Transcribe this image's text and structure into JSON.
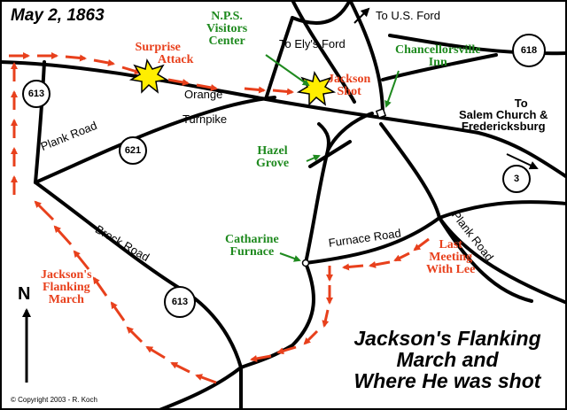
{
  "date": "May 2, 1863",
  "title_lines": [
    "Jackson's Flanking",
    "March and",
    "Where He was shot"
  ],
  "copyright": "© Copyright 2003 - R. Koch",
  "north_label": "N",
  "route_labels": {
    "surprise_attack": [
      "Surprise",
      "Attack"
    ],
    "jackson_shot": [
      "Jackson",
      "Shot"
    ],
    "last_meeting": [
      "Last",
      "Meeting",
      "With Lee"
    ],
    "flanking_march": [
      "Jackson's",
      "Flanking",
      "March"
    ]
  },
  "places": {
    "nps": [
      "N.P.S.",
      "Visitors",
      "Center"
    ],
    "chancellorsville": [
      "Chancellorsville",
      "Inn"
    ],
    "hazel_grove": [
      "Hazel",
      "Grove"
    ],
    "catharine_furnace": [
      "Catharine",
      "Furnace"
    ]
  },
  "roads": {
    "orange": "Orange",
    "turnpike": "Turnpike",
    "plank_road_west": "Plank Road",
    "brock_road": "Brock Road",
    "furnace_road": "Furnace Road",
    "plank_road_east": "Plank Road"
  },
  "destinations": {
    "us_ford": "To U.S. Ford",
    "elys_ford": "To Ely's Ford",
    "salem": [
      "To",
      "Salem Church &",
      "Fredericksburg"
    ]
  },
  "shields": {
    "r613_north": "613",
    "r621": "621",
    "r613_south": "613",
    "r618": "618",
    "r3": "3"
  },
  "colors": {
    "route_red": "#e8401c",
    "place_green": "#1f8a1f",
    "star_yellow": "#ffee00"
  }
}
